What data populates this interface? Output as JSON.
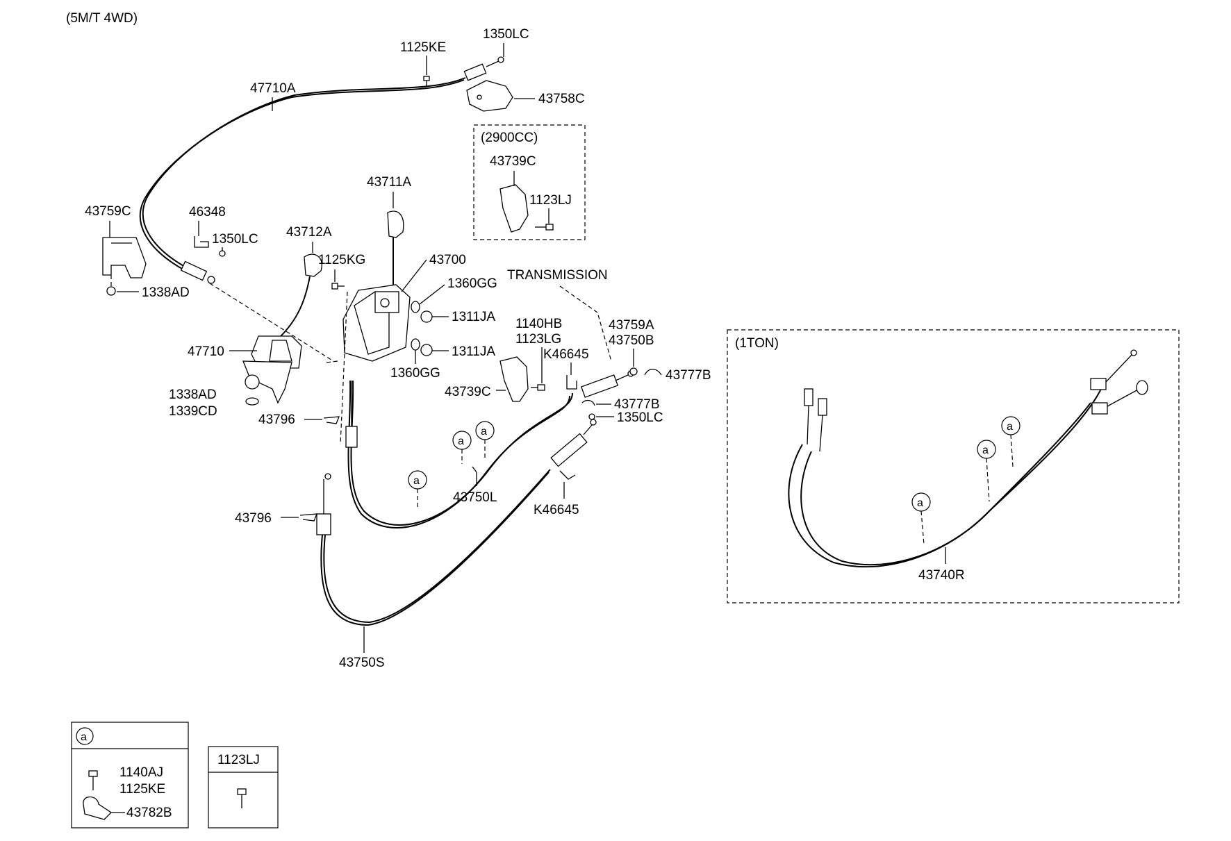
{
  "header": {
    "variant": "(5M/T 4WD)"
  },
  "parts": {
    "p1125KE": "1125KE",
    "p1350LC_top": "1350LC",
    "p43758C": "43758C",
    "p47710A": "47710A",
    "p43759C": "43759C",
    "p46348": "46348",
    "p1350LC_left": "1350LC",
    "p1338AD_left": "1338AD",
    "p43712A": "43712A",
    "p1125KG": "1125KG",
    "p43711A": "43711A",
    "p43700": "43700",
    "p1360GG_top": "1360GG",
    "p1311JA_top": "1311JA",
    "p1311JA_bot": "1311JA",
    "p1360GG_bot": "1360GG",
    "p47710": "47710",
    "p1338AD": "1338AD",
    "p1339CD": "1339CD",
    "p43796_top": "43796",
    "p43796_bot": "43796",
    "p1140HB": "1140HB",
    "p1123LG": "1123LG",
    "pK46645_top": "K46645",
    "p43739C_mid": "43739C",
    "p43759A": "43759A",
    "p43750B": "43750B",
    "p43777B_right": "43777B",
    "p43777B_mid": "43777B",
    "p1350LC_mid": "1350LC",
    "p43750L": "43750L",
    "pK46645_bot": "K46645",
    "p43750S": "43750S",
    "transmission": "TRANSMISSION"
  },
  "box2900": {
    "title": "(2900CC)",
    "p43739C": "43739C",
    "p1123LJ": "1123LJ"
  },
  "box1ton": {
    "title": "(1TON)",
    "p43740R": "43740R"
  },
  "callout": {
    "marker": "a"
  },
  "legend_a": {
    "marker": "a",
    "p1140AJ": "1140AJ",
    "p1125KE": "1125KE",
    "p43782B": "43782B"
  },
  "legend_1123": {
    "title": "1123LJ"
  }
}
